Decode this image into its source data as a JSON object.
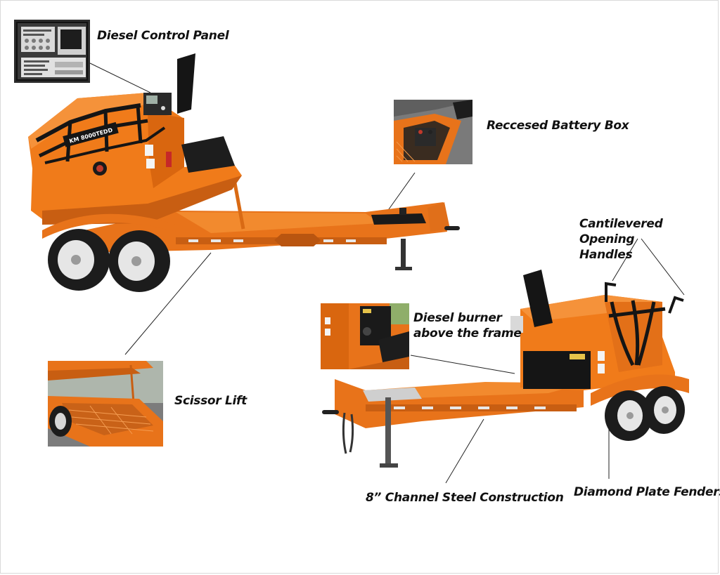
{
  "labels": {
    "control_panel": "Diesel Control Panel",
    "battery_box": "Reccesed Battery Box",
    "handles_line1": "Cantilevered Opening",
    "handles_line2": "Handles",
    "burner_line1": "Diesel burner",
    "burner_line2": "above the frame",
    "scissor_lift": "Scissor Lift",
    "channel_steel": "8” Channel Steel Construction",
    "fenders": "Diamond Plate Fenders"
  },
  "decal_text": "KM 8000TEDD",
  "colors": {
    "body_orange": "#f07b1a",
    "frame_orange": "#e8731a",
    "dark_orange": "#c85e12",
    "tire": "#1c1c1c",
    "rim": "#e6e6e6",
    "black_part": "#151515"
  }
}
